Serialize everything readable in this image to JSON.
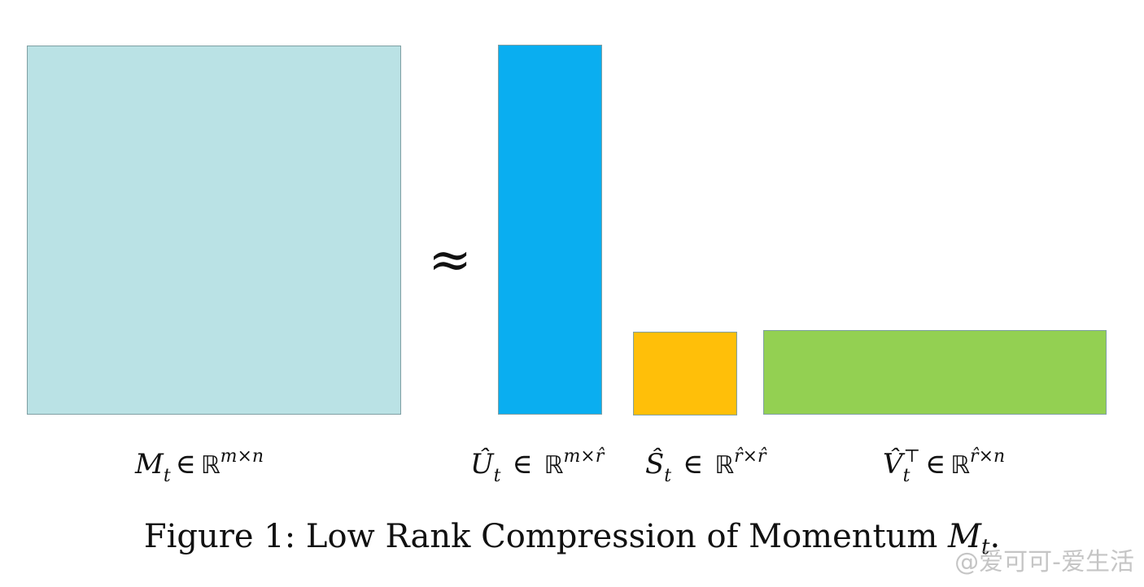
{
  "blocks": {
    "m": {
      "color": "#bae2e5"
    },
    "u": {
      "color": "#0aaef0"
    },
    "s": {
      "color": "#ffbf09"
    },
    "v": {
      "color": "#93d052"
    }
  },
  "approx_symbol": "≈",
  "labels": {
    "m": {
      "sym": "M",
      "sub": "t",
      "in": "∈",
      "set": "ℝ",
      "sup": "m×n"
    },
    "u": {
      "sym": "Û",
      "sub": "t",
      "in": "∈",
      "set": "ℝ",
      "sup": "m×r̂"
    },
    "s": {
      "sym": "Ŝ",
      "sub": "t",
      "in": "∈",
      "set": "ℝ",
      "sup": "r̂×r̂"
    },
    "v": {
      "sym": "V̂",
      "sub": "t",
      "sup_sym": "⊤",
      "in": "∈",
      "set": "ℝ",
      "sup": "r̂×n"
    }
  },
  "caption": {
    "text": "Figure 1: Low Rank Compression of Momentum ",
    "sym": "M",
    "sub": "t",
    "end": "."
  },
  "watermark": "@爱可可-爱生活"
}
